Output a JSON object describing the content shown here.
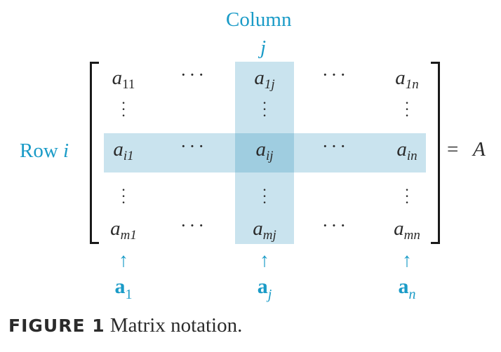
{
  "column_label": "Column",
  "column_index": "j",
  "row_label": "Row",
  "row_index": "i",
  "equals": "=",
  "matrix_name": "A",
  "entries": {
    "a11": {
      "base": "a",
      "sub": "11"
    },
    "a1j": {
      "base": "a",
      "sub": "1j"
    },
    "a1n": {
      "base": "a",
      "sub": "1n"
    },
    "ai1": {
      "base": "a",
      "sub": "i1"
    },
    "aij": {
      "base": "a",
      "sub": "ij"
    },
    "ain": {
      "base": "a",
      "sub": "in"
    },
    "am1": {
      "base": "a",
      "sub": "m1"
    },
    "amj": {
      "base": "a",
      "sub": "mj"
    },
    "amn": {
      "base": "a",
      "sub": "mn"
    }
  },
  "column_vectors": [
    {
      "base": "a",
      "sub": "1"
    },
    {
      "base": "a",
      "sub": "j"
    },
    {
      "base": "a",
      "sub": "n"
    }
  ],
  "arrow_symbol": "↑",
  "caption": {
    "figure": "FIGURE 1",
    "text": "Matrix notation."
  },
  "colors": {
    "accent": "#1a9bc7",
    "highlight": "#c9e3ee",
    "highlight_overlap": "#9fcde0"
  }
}
